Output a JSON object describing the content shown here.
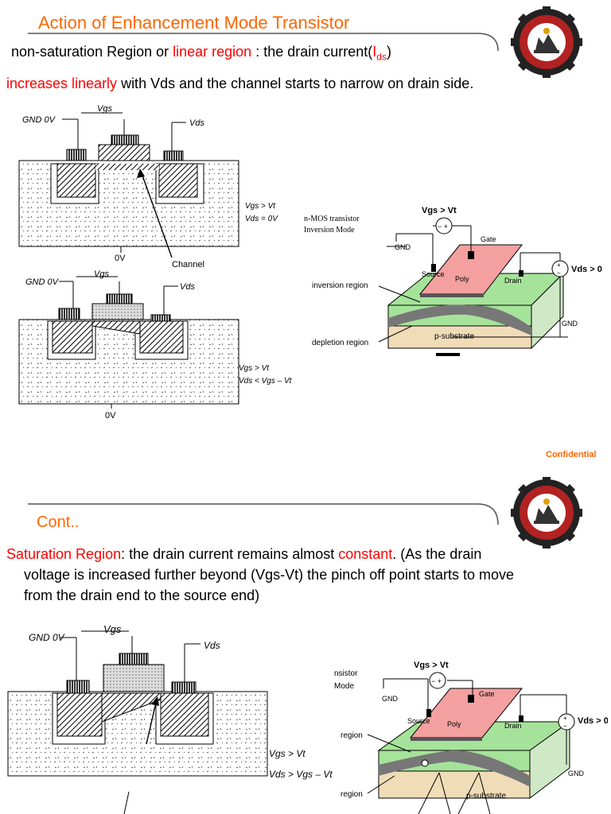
{
  "slide1": {
    "title": "Action of Enhancement Mode Transistor",
    "line1_a": "non-saturation Region or ",
    "line1_b": "linear region",
    "line1_c": " : the drain current(",
    "line1_d": "I",
    "line1_e": "ds",
    "line1_f": ")",
    "line2_a": "increases linearly",
    "line2_b": " with Vds and the channel starts to narrow on drain side.",
    "diag_a": {
      "gnd": "GND 0V",
      "vgs": "Vgs",
      "vds": "Vds",
      "bottom_0v": "0V",
      "channel": "Channel",
      "cond1": "Vgs > Vt",
      "cond2": "Vds = 0V"
    },
    "diag_b": {
      "gnd": "GND 0V",
      "vgs": "Vgs",
      "vds": "Vds",
      "bottom_0v": "0V",
      "cond1": "Vgs > Vt",
      "cond2": "Vds < Vgs – Vt"
    },
    "nmos": {
      "caption1": "n-MOS   transistor",
      "caption2": "Inversion   Mode",
      "vgs_vt": "Vgs > Vt",
      "gnd_left": "GND",
      "gate": "Gate",
      "source": "Source",
      "poly": "Poly",
      "drain": "Drain",
      "vds_gt0": "Vds > 0",
      "inversion_region": "inversion   region",
      "depletion_region": "depletion   region",
      "p_substrate": "p-substrate",
      "gnd_right": "GND"
    },
    "confidential": "Confidential"
  },
  "slide2": {
    "title": "Cont..",
    "p1_a": "Saturation Region",
    "p1_b": ": the drain current remains almost ",
    "p1_c": "constant",
    "p1_d": ". (As the drain",
    "p2": "voltage is increased further beyond (Vgs-Vt) the pinch off point starts to move",
    "p3": "from the drain end to the source end)",
    "diag": {
      "gnd": "GND 0V",
      "vgs": "Vgs",
      "vds": "Vds",
      "cond1": "Vgs > Vt",
      "cond2": "Vds > Vgs – Vt"
    },
    "nmos": {
      "caption1": "nsistor",
      "caption2": "Mode",
      "vgs_vt": "Vgs > Vt",
      "gnd_left": "GND",
      "gate": "Gate",
      "source": "Source",
      "poly": "Poly",
      "drain": "Drain",
      "vds_gt0": "Vds > 0",
      "region_top": "region",
      "region_bottom": "region",
      "p_substrate": "p-substrate",
      "gnd_right": "GND"
    }
  },
  "colors": {
    "accent": "#ff6600",
    "highlight": "#ff0000",
    "poly": "#f4a0a0",
    "oxide_green": "#a6e39a",
    "substrate": "#f1dcb8"
  }
}
